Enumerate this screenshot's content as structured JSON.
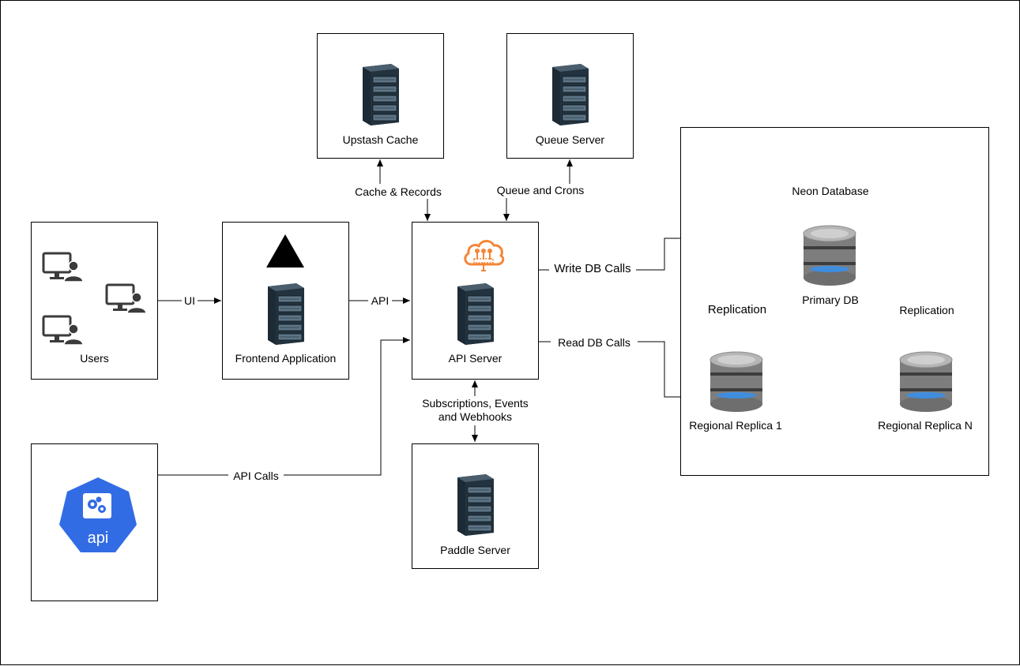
{
  "nodes": {
    "users": "Users",
    "frontend": "Frontend Application",
    "api_server": "API Server",
    "cache": "Upstash Cache",
    "queue": "Queue Server",
    "paddle": "Paddle Server",
    "neon": "Neon Database",
    "primary_db": "Primary DB",
    "replica_1": "Regional Replica 1",
    "replica_n": "Regional Replica N",
    "api_badge": "api"
  },
  "edges": {
    "ui": "UI",
    "api": "API",
    "api_calls": "API Calls",
    "cache_records": "Cache & Records",
    "queue_crons": "Queue and Crons",
    "write_db": "Write DB Calls",
    "read_db": "Read DB Calls",
    "subs_line1": "Subscriptions, Events",
    "subs_line2": "and Webhooks",
    "replication_left": "Replication",
    "replication_right": "Replication"
  },
  "colors": {
    "api_badge_blue": "#326ce5",
    "cloud_orange": "#f58536",
    "server_dark": "#1b2a35",
    "db_glow": "#3a8fe8"
  }
}
